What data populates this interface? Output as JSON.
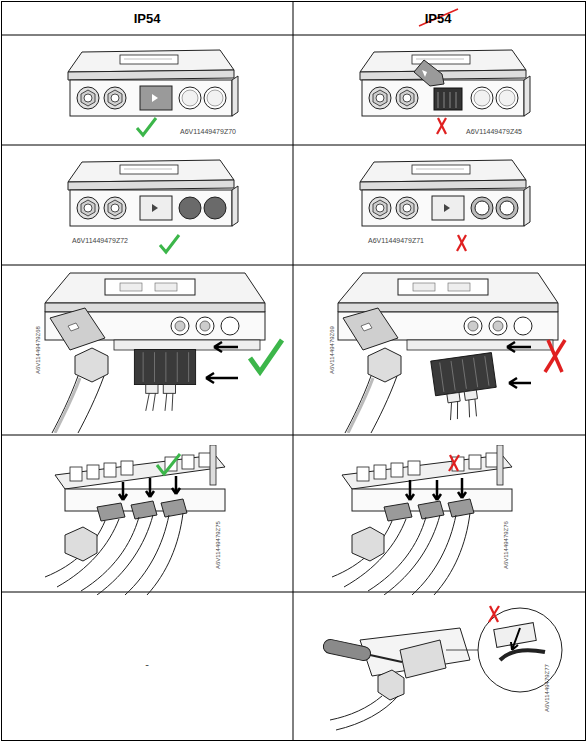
{
  "diagram": {
    "labels": [
      "IP54",
      "IP54",
      "A6V11449479Z70",
      "A6V11449479Z45",
      "A6V11449479Z72",
      "A6V11449479Z71",
      "A6V11449479Z68",
      "A6V11449479Z69",
      "A6V11449479Z75",
      "A6V11449479Z76",
      "-",
      "A6V11449479Z77"
    ]
  }
}
